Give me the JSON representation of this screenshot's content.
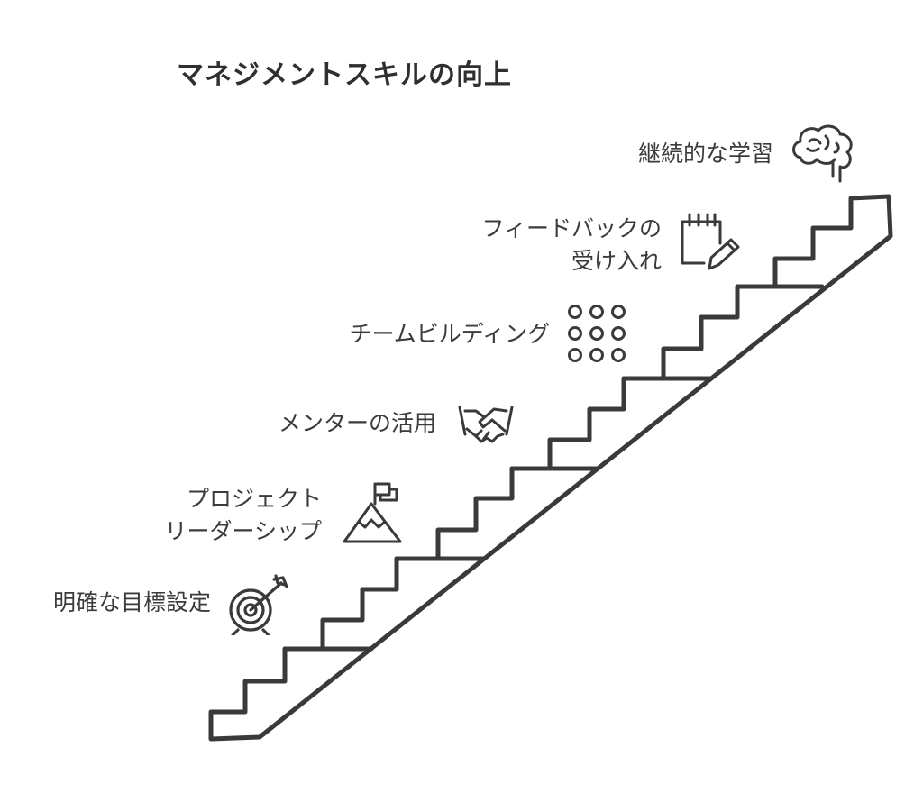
{
  "title": "マネジメントスキルの向上",
  "steps": [
    {
      "lines": [
        "明確な目標設定"
      ],
      "icon": "target-icon"
    },
    {
      "lines": [
        "プロジェクト",
        "リーダーシップ"
      ],
      "icon": "mountain-flag-icon"
    },
    {
      "lines": [
        "メンターの活用"
      ],
      "icon": "handshake-icon"
    },
    {
      "lines": [
        "チームビルディング"
      ],
      "icon": "dots-grid-icon"
    },
    {
      "lines": [
        "フィードバックの",
        "受け入れ"
      ],
      "icon": "notepad-pencil-icon"
    },
    {
      "lines": [
        "継続的な学習"
      ],
      "icon": "brain-icon"
    }
  ]
}
